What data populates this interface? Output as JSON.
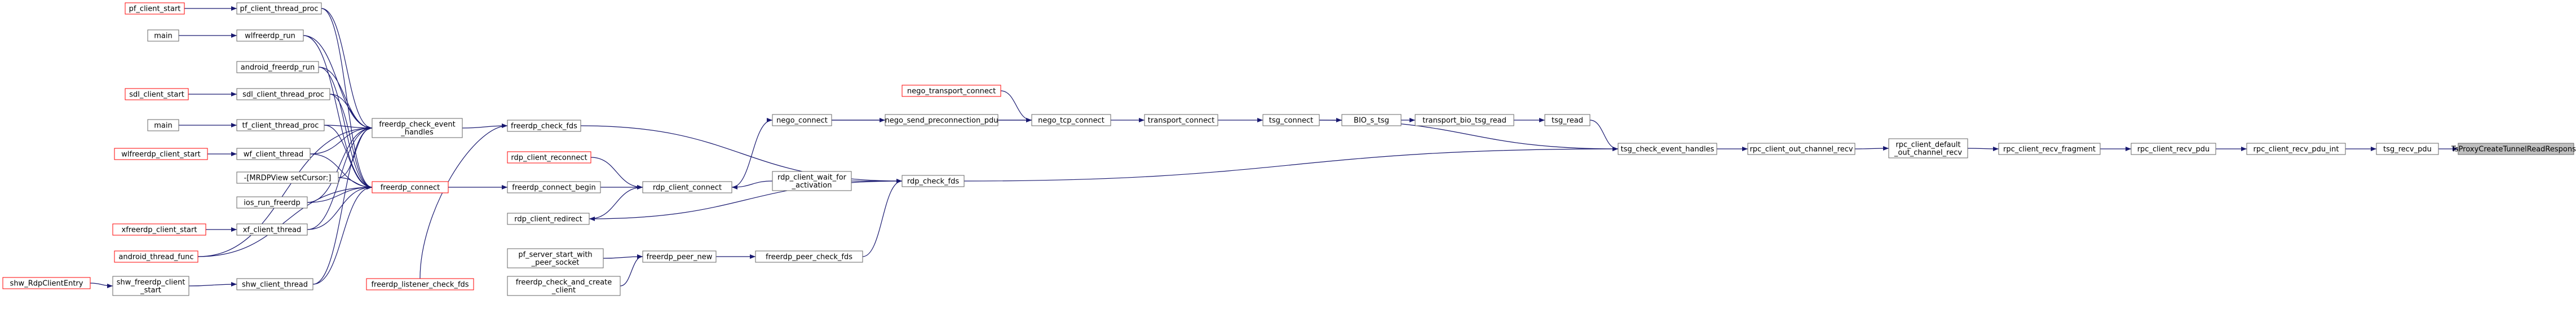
{
  "colors": {
    "edge": "#191970",
    "border_normal": "#666666",
    "border_red": "#ff0000",
    "fill_normal": "#ffffff",
    "fill_highlight": "#bfbfbf",
    "text": "#000000"
  },
  "nodes": [
    {
      "id": "n_pf_client_start",
      "lines": [
        "pf_client_start"
      ],
      "border": "red"
    },
    {
      "id": "n_pf_client_thread_proc",
      "lines": [
        "pf_client_thread_proc"
      ],
      "border": "normal"
    },
    {
      "id": "n_main1",
      "lines": [
        "main"
      ],
      "border": "normal"
    },
    {
      "id": "n_wlfreerdp_run",
      "lines": [
        "wlfreerdp_run"
      ],
      "border": "normal"
    },
    {
      "id": "n_android_freerdp_run",
      "lines": [
        "android_freerdp_run"
      ],
      "border": "normal"
    },
    {
      "id": "n_sdl_client_start",
      "lines": [
        "sdl_client_start"
      ],
      "border": "red"
    },
    {
      "id": "n_sdl_client_thread_proc",
      "lines": [
        "sdl_client_thread_proc"
      ],
      "border": "normal"
    },
    {
      "id": "n_main2",
      "lines": [
        "main"
      ],
      "border": "normal"
    },
    {
      "id": "n_tf_client_thread_proc",
      "lines": [
        "tf_client_thread_proc"
      ],
      "border": "normal"
    },
    {
      "id": "n_wlfreerdp_client_start",
      "lines": [
        "wlfreerdp_client_start"
      ],
      "border": "red"
    },
    {
      "id": "n_wf_client_thread",
      "lines": [
        "wf_client_thread"
      ],
      "border": "normal"
    },
    {
      "id": "n_mrdpview",
      "lines": [
        "-[MRDPView setCursor:]"
      ],
      "border": "normal"
    },
    {
      "id": "n_ios_run_freerdp",
      "lines": [
        "ios_run_freerdp"
      ],
      "border": "normal"
    },
    {
      "id": "n_xfreerdp_client_start",
      "lines": [
        "xfreerdp_client_start"
      ],
      "border": "red"
    },
    {
      "id": "n_xf_client_thread",
      "lines": [
        "xf_client_thread"
      ],
      "border": "normal"
    },
    {
      "id": "n_android_thread_func",
      "lines": [
        "android_thread_func"
      ],
      "border": "red"
    },
    {
      "id": "n_shw_rdpclient",
      "lines": [
        "shw_RdpClientEntry"
      ],
      "border": "red"
    },
    {
      "id": "n_shw_freerdp_client_start",
      "lines": [
        "shw_freerdp_client",
        "_start"
      ],
      "border": "normal"
    },
    {
      "id": "n_shw_client_thread",
      "lines": [
        "shw_client_thread"
      ],
      "border": "normal"
    },
    {
      "id": "n_freerdp_check_event_handles",
      "lines": [
        "freerdp_check_event",
        "_handles"
      ],
      "border": "normal"
    },
    {
      "id": "n_freerdp_connect",
      "lines": [
        "freerdp_connect"
      ],
      "border": "red"
    },
    {
      "id": "n_freerdp_check_fds",
      "lines": [
        "freerdp_check_fds"
      ],
      "border": "normal"
    },
    {
      "id": "n_rdp_client_reconnect",
      "lines": [
        "rdp_client_reconnect"
      ],
      "border": "red"
    },
    {
      "id": "n_freerdp_connect_begin",
      "lines": [
        "freerdp_connect_begin"
      ],
      "border": "normal"
    },
    {
      "id": "n_rdp_client_redirect",
      "lines": [
        "rdp_client_redirect"
      ],
      "border": "normal"
    },
    {
      "id": "n_pf_server_start_with_peer_socket",
      "lines": [
        "pf_server_start_with",
        "_peer_socket"
      ],
      "border": "normal"
    },
    {
      "id": "n_freerdp_peer_new",
      "lines": [
        "freerdp_peer_new"
      ],
      "border": "normal"
    },
    {
      "id": "n_freerdp_listener_check_fds",
      "lines": [
        "freerdp_listener_check_fds"
      ],
      "border": "red"
    },
    {
      "id": "n_freerdp_check_and_create_client",
      "lines": [
        "freerdp_check_and_create",
        "_client"
      ],
      "border": "normal"
    },
    {
      "id": "n_freerdp_peer_check_fds",
      "lines": [
        "freerdp_peer_check_fds"
      ],
      "border": "normal"
    },
    {
      "id": "n_nego_connect",
      "lines": [
        "nego_connect"
      ],
      "border": "normal"
    },
    {
      "id": "n_rdp_client_connect",
      "lines": [
        "rdp_client_connect"
      ],
      "border": "normal"
    },
    {
      "id": "n_rdp_client_wait_for_activation",
      "lines": [
        "rdp_client_wait_for",
        "_activation"
      ],
      "border": "normal"
    },
    {
      "id": "n_rdp_check_fds",
      "lines": [
        "rdp_check_fds"
      ],
      "border": "normal"
    },
    {
      "id": "n_nego_transport_connect",
      "lines": [
        "nego_transport_connect"
      ],
      "border": "red"
    },
    {
      "id": "n_nego_send_preconnection_pdu",
      "lines": [
        "nego_send_preconnection_pdu"
      ],
      "border": "normal"
    },
    {
      "id": "n_nego_tcp_connect",
      "lines": [
        "nego_tcp_connect"
      ],
      "border": "normal"
    },
    {
      "id": "n_transport_connect",
      "lines": [
        "transport_connect"
      ],
      "border": "normal"
    },
    {
      "id": "n_tsg_connect",
      "lines": [
        "tsg_connect"
      ],
      "border": "normal"
    },
    {
      "id": "n_bio_s_tsg",
      "lines": [
        "BIO_s_tsg"
      ],
      "border": "normal"
    },
    {
      "id": "n_transport_bio_tsg_read",
      "lines": [
        "transport_bio_tsg_read"
      ],
      "border": "normal"
    },
    {
      "id": "n_tsg_read",
      "lines": [
        "tsg_read"
      ],
      "border": "normal"
    },
    {
      "id": "n_tsg_check_event_handles",
      "lines": [
        "tsg_check_event_handles"
      ],
      "border": "normal"
    },
    {
      "id": "n_rpc_client_out_channel_recv",
      "lines": [
        "rpc_client_out_channel_recv"
      ],
      "border": "normal"
    },
    {
      "id": "n_rpc_client_default_out_channel_recv",
      "lines": [
        "rpc_client_default",
        "_out_channel_recv"
      ],
      "border": "normal"
    },
    {
      "id": "n_rpc_client_recv_fragment",
      "lines": [
        "rpc_client_recv_fragment"
      ],
      "border": "normal"
    },
    {
      "id": "n_rpc_client_recv_pdu",
      "lines": [
        "rpc_client_recv_pdu"
      ],
      "border": "normal"
    },
    {
      "id": "n_rpc_client_recv_pdu_int",
      "lines": [
        "rpc_client_recv_pdu_int"
      ],
      "border": "normal"
    },
    {
      "id": "n_tsg_recv_pdu",
      "lines": [
        "tsg_recv_pdu"
      ],
      "border": "normal"
    },
    {
      "id": "n_tsproxy",
      "lines": [
        "TsProxyCreateTunnelReadResponse"
      ],
      "border": "normal",
      "highlight": true
    }
  ],
  "edges": [
    [
      "n_pf_client_start",
      "n_pf_client_thread_proc"
    ],
    [
      "n_pf_client_thread_proc",
      "n_freerdp_check_event_handles"
    ],
    [
      "n_pf_client_thread_proc",
      "n_freerdp_connect"
    ],
    [
      "n_main1",
      "n_wlfreerdp_run"
    ],
    [
      "n_wlfreerdp_run",
      "n_freerdp_check_event_handles"
    ],
    [
      "n_wlfreerdp_run",
      "n_freerdp_connect"
    ],
    [
      "n_android_freerdp_run",
      "n_freerdp_check_event_handles"
    ],
    [
      "n_android_freerdp_run",
      "n_freerdp_connect"
    ],
    [
      "n_sdl_client_start",
      "n_sdl_client_thread_proc"
    ],
    [
      "n_sdl_client_thread_proc",
      "n_freerdp_check_event_handles"
    ],
    [
      "n_sdl_client_thread_proc",
      "n_freerdp_connect"
    ],
    [
      "n_main2",
      "n_tf_client_thread_proc"
    ],
    [
      "n_tf_client_thread_proc",
      "n_freerdp_check_event_handles"
    ],
    [
      "n_tf_client_thread_proc",
      "n_freerdp_connect"
    ],
    [
      "n_wlfreerdp_client_start",
      "n_wf_client_thread"
    ],
    [
      "n_wf_client_thread",
      "n_freerdp_check_event_handles"
    ],
    [
      "n_wf_client_thread",
      "n_freerdp_connect"
    ],
    [
      "n_mrdpview",
      "n_freerdp_check_event_handles"
    ],
    [
      "n_mrdpview",
      "n_freerdp_connect"
    ],
    [
      "n_ios_run_freerdp",
      "n_freerdp_check_event_handles"
    ],
    [
      "n_ios_run_freerdp",
      "n_freerdp_connect"
    ],
    [
      "n_xfreerdp_client_start",
      "n_xf_client_thread"
    ],
    [
      "n_xf_client_thread",
      "n_freerdp_check_event_handles"
    ],
    [
      "n_xf_client_thread",
      "n_freerdp_connect"
    ],
    [
      "n_android_thread_func",
      "n_freerdp_check_event_handles"
    ],
    [
      "n_android_thread_func",
      "n_freerdp_connect"
    ],
    [
      "n_shw_rdpclient",
      "n_shw_freerdp_client_start"
    ],
    [
      "n_shw_freerdp_client_start",
      "n_shw_client_thread"
    ],
    [
      "n_shw_client_thread",
      "n_freerdp_check_event_handles"
    ],
    [
      "n_shw_client_thread",
      "n_freerdp_connect"
    ],
    [
      "n_freerdp_check_event_handles",
      "n_freerdp_check_fds"
    ],
    [
      "n_freerdp_listener_check_fds",
      "n_freerdp_check_fds"
    ],
    [
      "n_freerdp_connect",
      "n_freerdp_connect_begin"
    ],
    [
      "n_freerdp_check_fds",
      "n_rdp_check_fds"
    ],
    [
      "n_rdp_client_reconnect",
      "n_rdp_client_connect"
    ],
    [
      "n_freerdp_connect_begin",
      "n_rdp_client_connect"
    ],
    [
      "n_rdp_client_redirect",
      "n_rdp_client_connect"
    ],
    [
      "n_rdp_check_fds",
      "n_rdp_client_redirect"
    ],
    [
      "n_pf_server_start_with_peer_socket",
      "n_freerdp_peer_new"
    ],
    [
      "n_freerdp_check_and_create_client",
      "n_freerdp_peer_new"
    ],
    [
      "n_freerdp_peer_new",
      "n_freerdp_peer_check_fds"
    ],
    [
      "n_freerdp_peer_check_fds",
      "n_rdp_check_fds"
    ],
    [
      "n_rdp_client_connect",
      "n_nego_connect"
    ],
    [
      "n_rdp_client_wait_for_activation",
      "n_rdp_client_connect"
    ],
    [
      "n_rdp_check_fds",
      "n_rdp_client_wait_for_activation"
    ],
    [
      "n_nego_connect",
      "n_nego_send_preconnection_pdu"
    ],
    [
      "n_nego_send_preconnection_pdu",
      "n_nego_tcp_connect"
    ],
    [
      "n_nego_transport_connect",
      "n_nego_tcp_connect"
    ],
    [
      "n_nego_connect",
      "n_nego_tcp_connect"
    ],
    [
      "n_nego_tcp_connect",
      "n_transport_connect"
    ],
    [
      "n_transport_connect",
      "n_tsg_connect"
    ],
    [
      "n_tsg_connect",
      "n_tsg_check_event_handles"
    ],
    [
      "n_bio_s_tsg",
      "n_transport_bio_tsg_read"
    ],
    [
      "n_transport_bio_tsg_read",
      "n_tsg_read"
    ],
    [
      "n_tsg_read",
      "n_tsg_check_event_handles"
    ],
    [
      "n_tsg_connect",
      "n_bio_s_tsg"
    ],
    [
      "n_rdp_check_fds",
      "n_tsg_check_event_handles"
    ],
    [
      "n_tsg_check_event_handles",
      "n_rpc_client_out_channel_recv"
    ],
    [
      "n_rpc_client_out_channel_recv",
      "n_rpc_client_default_out_channel_recv"
    ],
    [
      "n_rpc_client_default_out_channel_recv",
      "n_rpc_client_recv_fragment"
    ],
    [
      "n_rpc_client_recv_fragment",
      "n_rpc_client_recv_pdu"
    ],
    [
      "n_rpc_client_recv_pdu",
      "n_rpc_client_recv_pdu_int"
    ],
    [
      "n_rpc_client_recv_pdu_int",
      "n_tsg_recv_pdu"
    ],
    [
      "n_tsg_recv_pdu",
      "n_tsproxy"
    ]
  ]
}
